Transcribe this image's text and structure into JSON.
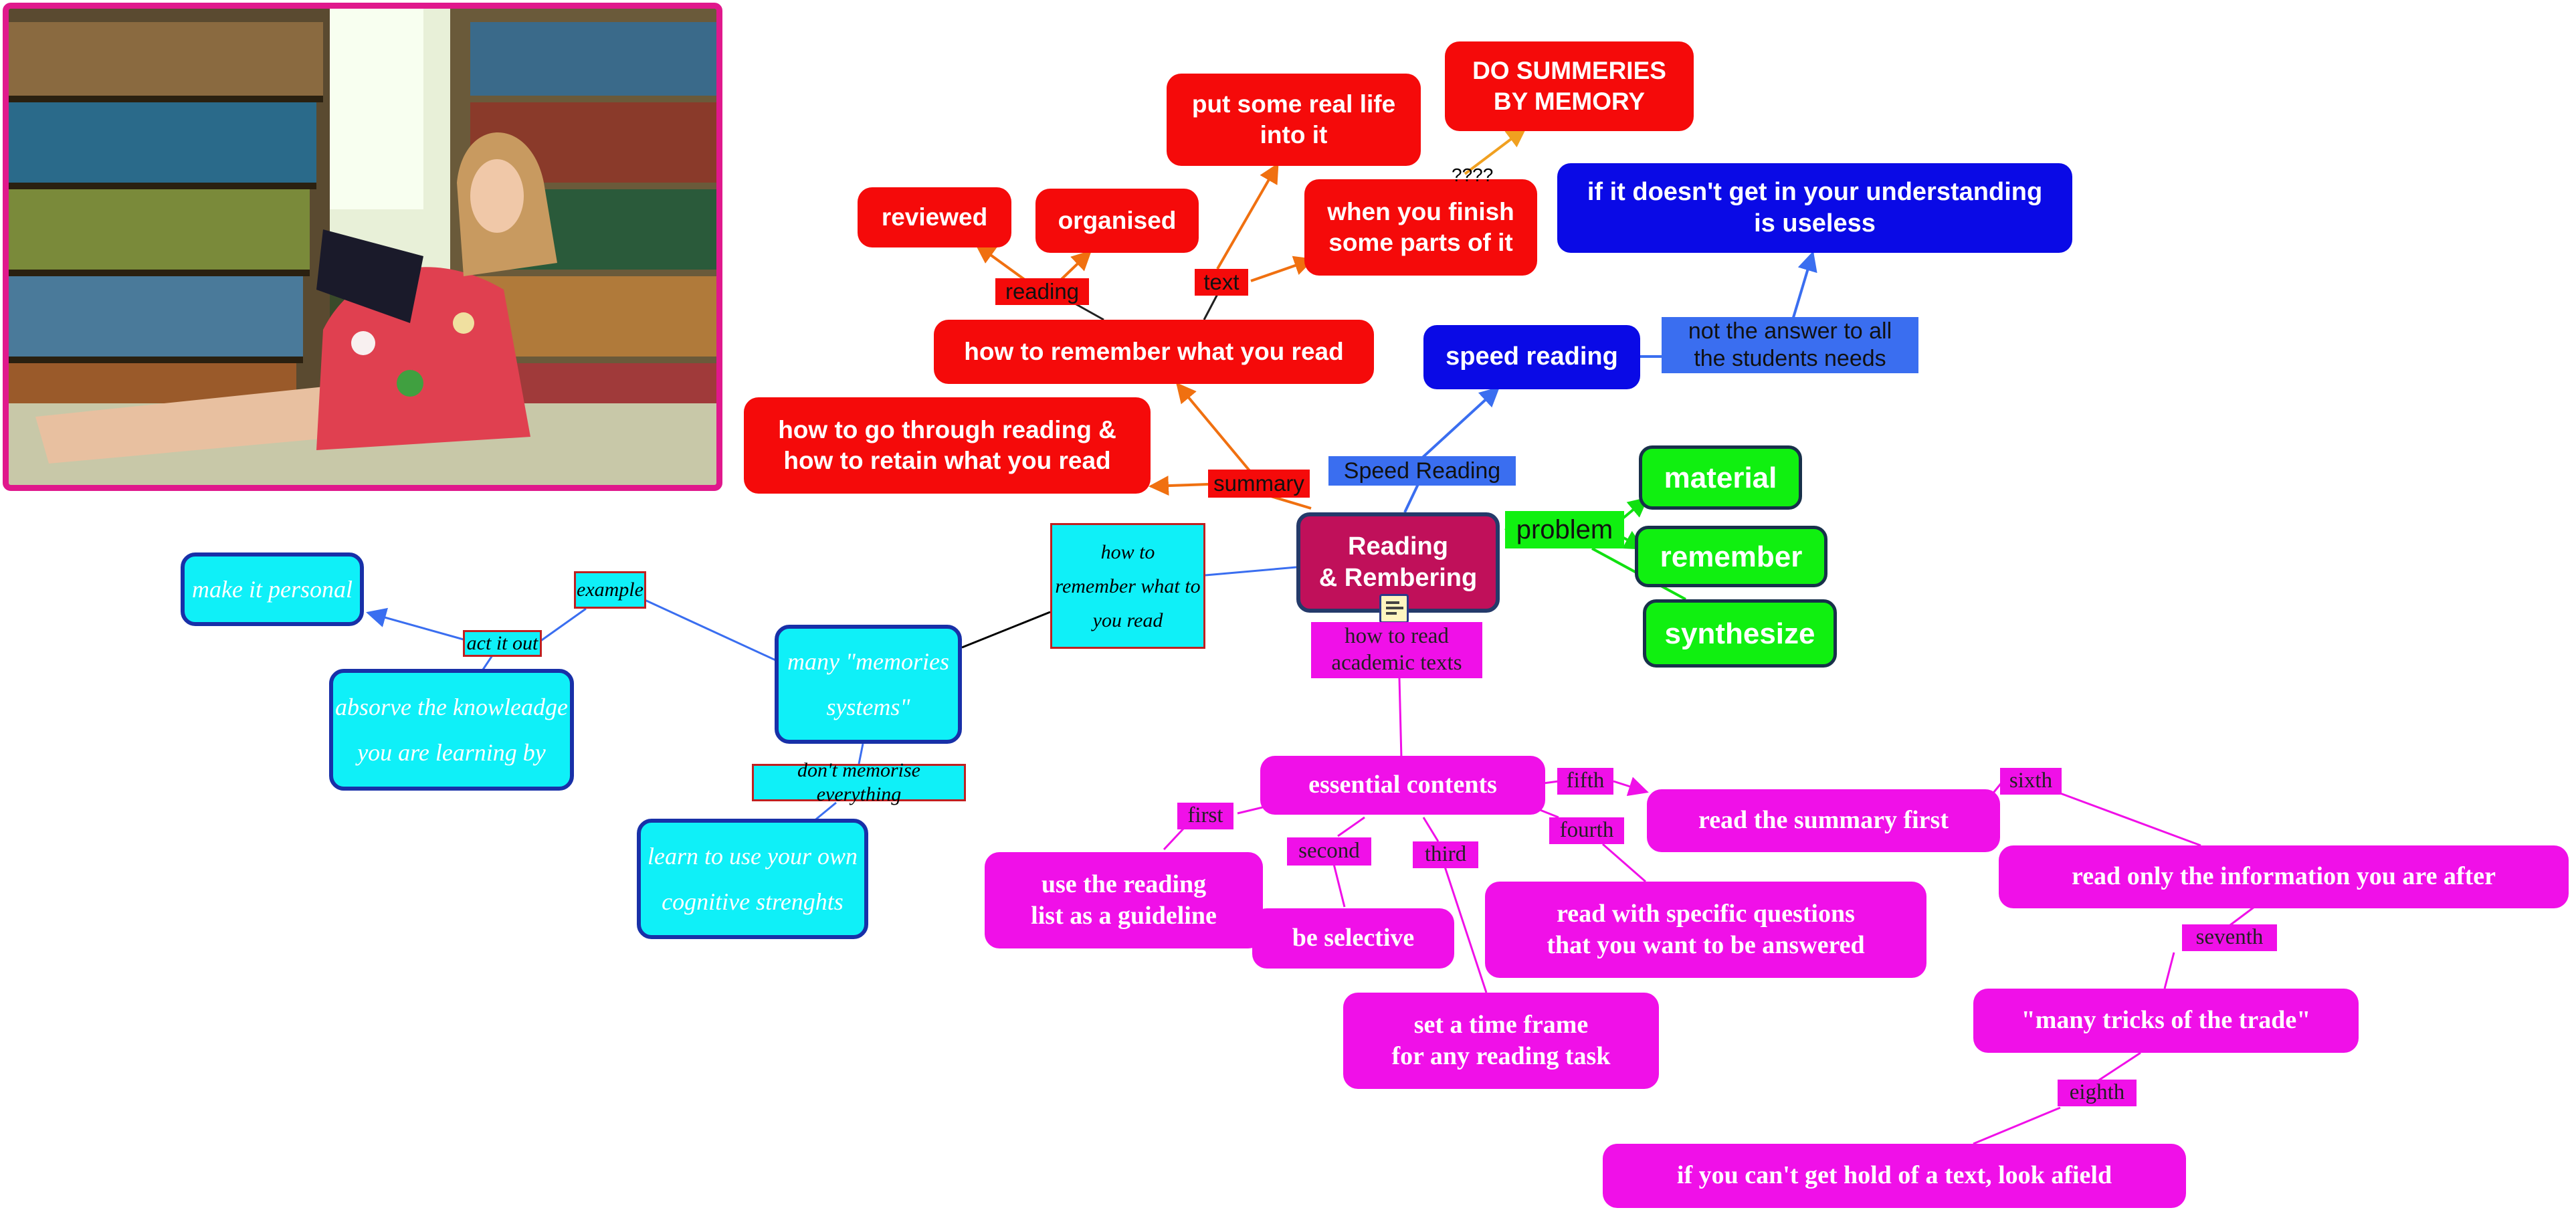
{
  "diagram": {
    "center": {
      "label": "Reading\n& Rembering"
    },
    "colors": {
      "red": "#f50a0a",
      "blue": "#0a0ae6",
      "green": "#10f010",
      "center": "#c0105a",
      "magenta": "#f010e8",
      "cyan": "#0ff0f8",
      "photo_border": "#e0188c"
    },
    "image": {
      "icon": "photo-girl-reading-in-library"
    },
    "red_branch": {
      "summary_label": "summary",
      "go_through": "how to go through reading &\nhow to retain what you read",
      "remember": "how to remember what you read",
      "reading_label": "reading",
      "text_label": "text",
      "reviewed": "reviewed",
      "organised": "organised",
      "real_life": "put some real life\ninto it",
      "finish_parts": "when you finish\nsome parts of it",
      "question_marks": "????",
      "summeries": "DO SUMMERIES\nBY MEMORY"
    },
    "blue_branch": {
      "speed_label": "Speed Reading",
      "speed_reading": "speed reading",
      "not_answer_label": "not the answer to all\nthe students needs",
      "understanding": "if it doesn't get in your understanding\nis useless"
    },
    "green_branch": {
      "problem_label": "problem",
      "material": "material",
      "remember": "remember",
      "synthesize": "synthesize"
    },
    "magenta_branch": {
      "academic_label": "how to read\nacademic texts",
      "essential": "essential contents",
      "first_label": "first",
      "second_label": "second",
      "third_label": "third",
      "fourth_label": "fourth",
      "fifth_label": "fifth",
      "sixth_label": "sixth",
      "seventh_label": "seventh",
      "eighth_label": "eighth",
      "reading_list": "use the reading\nlist as a guideline",
      "selective": "be selective",
      "time_frame": "set a time frame\nfor any reading task",
      "specific_questions": "read with specific questions\nthat you want to be answered",
      "summary_first": "read the summary first",
      "only_info": "read only the information you are after",
      "tricks": "\"many tricks of the trade\"",
      "look_afield": "if you can't get hold of a text, look afield"
    },
    "cyan_branch": {
      "remember_label": "how to\nremember what to\nyou read",
      "memories": "many \"memories\nsystems\"",
      "example_label": "example",
      "act_label": "act it out",
      "personal": "make it personal",
      "absorve": "absorve the knowleadge\nyou are learning by",
      "dont_memorise_label": "don't memorise everything",
      "cognitive": "learn to use your own\ncognitive strenghts"
    }
  }
}
